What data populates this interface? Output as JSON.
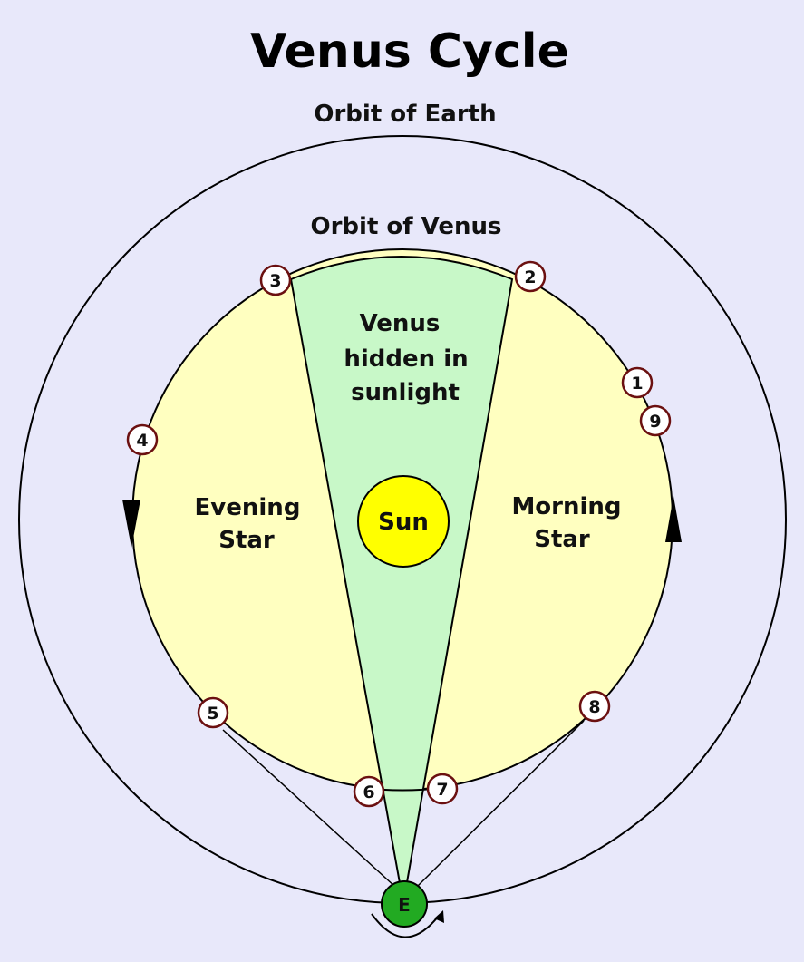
{
  "title": "Venus Cycle",
  "labels": {
    "orbit_earth": "Orbit of Earth",
    "orbit_venus": "Orbit of Venus",
    "hidden_1": "Venus",
    "hidden_2": "hidden in",
    "hidden_3": "sunlight",
    "evening_1": "Evening",
    "evening_2": "Star",
    "morning_1": "Morning",
    "morning_2": "Star",
    "sun": "Sun",
    "earth": "E"
  },
  "positions": [
    "1",
    "2",
    "3",
    "4",
    "5",
    "6",
    "7",
    "8",
    "9"
  ],
  "colors": {
    "background": "#e8e8fa",
    "venus_region": "#ffffc0",
    "hidden_region": "#c8f8c8",
    "sun": "#ffff00",
    "earth": "#22aa22"
  }
}
